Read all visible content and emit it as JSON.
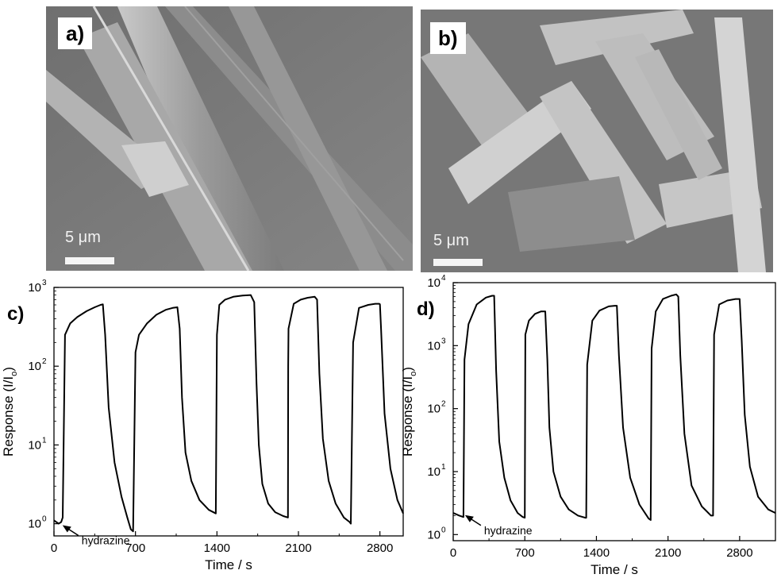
{
  "panels": {
    "a": {
      "label": "a)",
      "scale": "5 μm"
    },
    "b": {
      "label": "b)",
      "scale": "5 μm"
    },
    "c": {
      "label": "c)"
    },
    "d": {
      "label": "d)"
    }
  },
  "chart_data": [
    {
      "panel": "c)",
      "type": "line",
      "xlabel": "Time / s",
      "ylabel": "Response (I/Iₒ)",
      "ylabel_main": "Response (I/I",
      "ylabel_sub": "o",
      "ylabel_end": ")",
      "xlim": [
        0,
        3000
      ],
      "yscale": "log",
      "ylim": [
        0.7,
        1000
      ],
      "xticks": [
        0,
        700,
        1400,
        2100,
        2800
      ],
      "xticklabels": [
        "0",
        "700",
        "1400",
        "2100",
        "2800"
      ],
      "yticks": [
        1,
        10,
        100,
        1000
      ],
      "yticklabels": [
        "10",
        "10",
        "10",
        "10"
      ],
      "yticksup": [
        "0",
        "1",
        "2",
        "3"
      ],
      "annotation": {
        "text": "hydrazine",
        "x": 60,
        "y": 0.98
      },
      "color": "#000000",
      "x": [
        0,
        40,
        62,
        75,
        95,
        140,
        200,
        280,
        350,
        400,
        420,
        440,
        470,
        520,
        580,
        630,
        660,
        680,
        700,
        730,
        800,
        880,
        960,
        1020,
        1060,
        1080,
        1100,
        1130,
        1180,
        1250,
        1330,
        1390,
        1400,
        1420,
        1470,
        1540,
        1620,
        1690,
        1720,
        1740,
        1760,
        1790,
        1840,
        1900,
        1970,
        2010,
        2012,
        2015,
        2060,
        2120,
        2180,
        2240,
        2260,
        2280,
        2310,
        2360,
        2420,
        2490,
        2540,
        2550,
        2570,
        2620,
        2700,
        2760,
        2795,
        2800,
        2810,
        2840,
        2890,
        2950,
        3000
      ],
      "y": [
        1.1,
        1.0,
        1.05,
        1.2,
        250,
        350,
        420,
        500,
        560,
        600,
        610,
        250,
        30,
        6,
        2.2,
        1.2,
        0.85,
        0.8,
        150,
        250,
        350,
        450,
        520,
        550,
        560,
        300,
        40,
        8,
        3.5,
        2.0,
        1.5,
        1.35,
        250,
        600,
        700,
        760,
        790,
        800,
        650,
        60,
        10,
        3.2,
        1.8,
        1.4,
        1.25,
        1.2,
        100,
        300,
        620,
        700,
        740,
        760,
        700,
        80,
        12,
        3.5,
        1.8,
        1.2,
        1.05,
        1.0,
        200,
        550,
        600,
        620,
        620,
        610,
        300,
        25,
        5,
        2.0,
        1.35
      ]
    },
    {
      "panel": "d)",
      "type": "line",
      "xlabel": "Time / s",
      "ylabel": "Response (I/Iₒ)",
      "ylabel_main": "Response (I/I",
      "ylabel_sub": "o",
      "ylabel_end": ")",
      "xlim": [
        0,
        3150
      ],
      "yscale": "log",
      "ylim": [
        0.8,
        10000
      ],
      "xticks": [
        0,
        700,
        1400,
        2100,
        2800
      ],
      "xticklabels": [
        "0",
        "700",
        "1400",
        "2100",
        "2800"
      ],
      "yticks": [
        1,
        10,
        100,
        1000,
        10000
      ],
      "yticklabels": [
        "10",
        "10",
        "10",
        "10",
        "10"
      ],
      "yticksup": [
        "0",
        "1",
        "2",
        "3",
        "4"
      ],
      "annotation": {
        "text": "hydrazine",
        "x": 100,
        "y": 2.1
      },
      "color": "#000000",
      "x": [
        0,
        60,
        100,
        110,
        150,
        230,
        320,
        380,
        400,
        420,
        450,
        500,
        560,
        630,
        680,
        700,
        705,
        740,
        800,
        860,
        900,
        920,
        940,
        980,
        1050,
        1130,
        1220,
        1290,
        1300,
        1310,
        1360,
        1430,
        1520,
        1580,
        1600,
        1620,
        1660,
        1730,
        1820,
        1910,
        1930,
        1940,
        1980,
        2050,
        2130,
        2180,
        2200,
        2220,
        2260,
        2330,
        2430,
        2520,
        2540,
        2550,
        2600,
        2680,
        2760,
        2800,
        2820,
        2850,
        2900,
        2980,
        3080,
        3150
      ],
      "y": [
        2.2,
        2.0,
        1.9,
        600,
        2200,
        4500,
        5800,
        6200,
        6200,
        400,
        30,
        8,
        3.5,
        2.2,
        1.9,
        1.85,
        1500,
        2500,
        3200,
        3500,
        3500,
        600,
        50,
        10,
        4,
        2.5,
        2.0,
        1.85,
        1.85,
        500,
        2500,
        3600,
        4200,
        4300,
        4300,
        700,
        50,
        8,
        3,
        1.8,
        1.7,
        900,
        3500,
        5500,
        6200,
        6500,
        6000,
        700,
        40,
        6,
        2.8,
        2.0,
        2.0,
        1500,
        4500,
        5200,
        5500,
        5500,
        1200,
        80,
        12,
        4,
        2.5,
        2.2
      ]
    }
  ]
}
